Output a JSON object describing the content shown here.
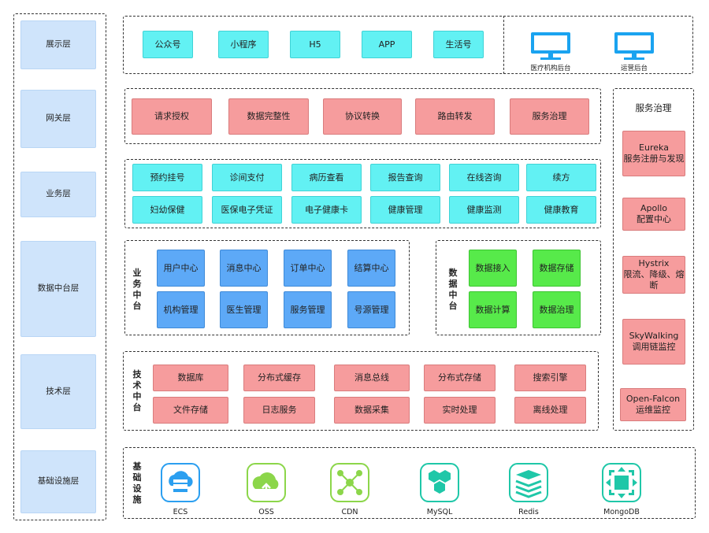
{
  "layers": [
    "展示层",
    "网关层",
    "业务层",
    "数据中台层",
    "技术层",
    "基础设施层"
  ],
  "presentation": {
    "channels": [
      "公众号",
      "小程序",
      "H5",
      "APP",
      "生活号"
    ],
    "backends": [
      "医疗机构后台",
      "运营后台"
    ]
  },
  "gateway": [
    "请求授权",
    "数据完整性",
    "协议转换",
    "路由转发",
    "服务治理"
  ],
  "business": {
    "row1": [
      "预约挂号",
      "诊间支付",
      "病历查看",
      "报告查询",
      "在线咨询",
      "续方"
    ],
    "row2": [
      "妇幼保健",
      "医保电子凭证",
      "电子健康卡",
      "健康管理",
      "健康监测",
      "健康教育"
    ]
  },
  "business_middle": {
    "label": "业务中台",
    "row1": [
      "用户中心",
      "消息中心",
      "订单中心",
      "结算中心"
    ],
    "row2": [
      "机构管理",
      "医生管理",
      "服务管理",
      "号源管理"
    ]
  },
  "data_middle": {
    "label": "数据中台",
    "row1": [
      "数据接入",
      "数据存储"
    ],
    "row2": [
      "数据计算",
      "数据治理"
    ]
  },
  "tech_middle": {
    "label": "技术中台",
    "row1": [
      "数据库",
      "分布式缓存",
      "消息总线",
      "分布式存储",
      "搜索引擎"
    ],
    "row2": [
      "文件存储",
      "日志服务",
      "数据采集",
      "实时处理",
      "离线处理"
    ]
  },
  "infrastructure": {
    "label": "基础设施",
    "items": [
      {
        "name": "ECS",
        "icon": "server-cloud-icon",
        "color": "#2b9ff0"
      },
      {
        "name": "OSS",
        "icon": "cloud-upload-icon",
        "color": "#8cd64a"
      },
      {
        "name": "CDN",
        "icon": "network-node-icon",
        "color": "#8cd64a"
      },
      {
        "name": "MySQL",
        "icon": "database-hexagon-icon",
        "color": "#1fc7a8"
      },
      {
        "name": "Redis",
        "icon": "stacked-layers-icon",
        "color": "#1fc7a8"
      },
      {
        "name": "MongoDB",
        "icon": "expand-arrows-icon",
        "color": "#1fc7a8"
      }
    ]
  },
  "service_governance": {
    "title": "服务治理",
    "items": [
      {
        "name": "Eureka",
        "desc": "服务注册与发现"
      },
      {
        "name": "Apollo",
        "desc": "配置中心"
      },
      {
        "name": "Hystrix",
        "desc": "限流、降级、熔断"
      },
      {
        "name": "SkyWalking",
        "desc": "调用链监控"
      },
      {
        "name": "Open-Falcon",
        "desc": "运维监控"
      }
    ]
  },
  "colors": {
    "layer": "#cfe4fb",
    "cyan": "#62f1f3",
    "pink": "#f69c9d",
    "blue": "#5da9f7",
    "green": "#57ea4a",
    "monitor": "#1aa3f0"
  }
}
